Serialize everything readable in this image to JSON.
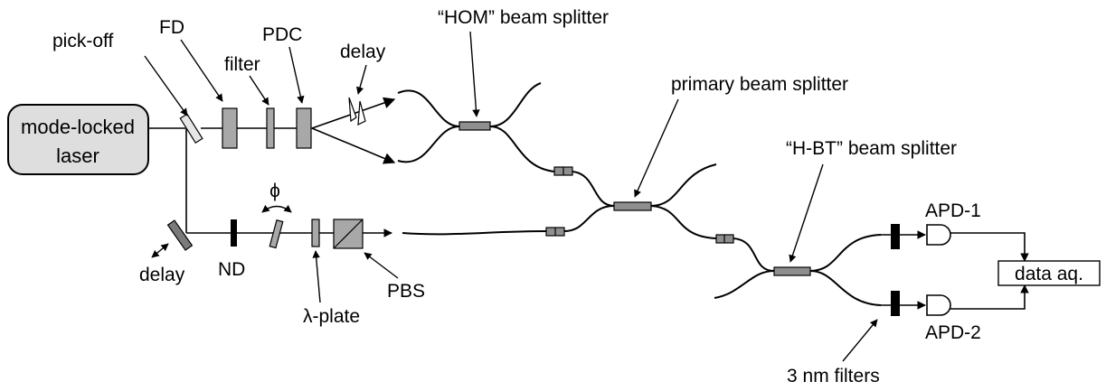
{
  "colors": {
    "laser_fill": "#dedede",
    "component_fill": "#a8a8a8",
    "coupler_fill": "#8f8f8f",
    "dark_fill": "#000000",
    "line": "#000000"
  },
  "icons": {
    "laser": "rounded-rectangle",
    "mirror": "tilted-slab",
    "filter": "slab",
    "polarizing_beam_splitter": "cube-with-diagonal",
    "detector": "d-shape",
    "fiber_coupler": "dark-rectangle",
    "fiber_connector": "small-double-box"
  },
  "labels": {
    "laser_line1": "mode-locked",
    "laser_line2": "laser",
    "pick_off": "pick-off",
    "fd": "FD",
    "filter": "filter",
    "pdc": "PDC",
    "delay_top": "delay",
    "phi": "ϕ",
    "delay_bottom": "delay",
    "nd": "ND",
    "lambda_plate": "λ-plate",
    "pbs": "PBS",
    "hom_bs": "“HOM” beam splitter",
    "primary_bs": "primary beam splitter",
    "hbt_bs": "“H-BT” beam splitter",
    "apd1": "APD-1",
    "apd2": "APD-2",
    "data_aq": "data aq.",
    "filters_3nm": "3 nm filters"
  }
}
